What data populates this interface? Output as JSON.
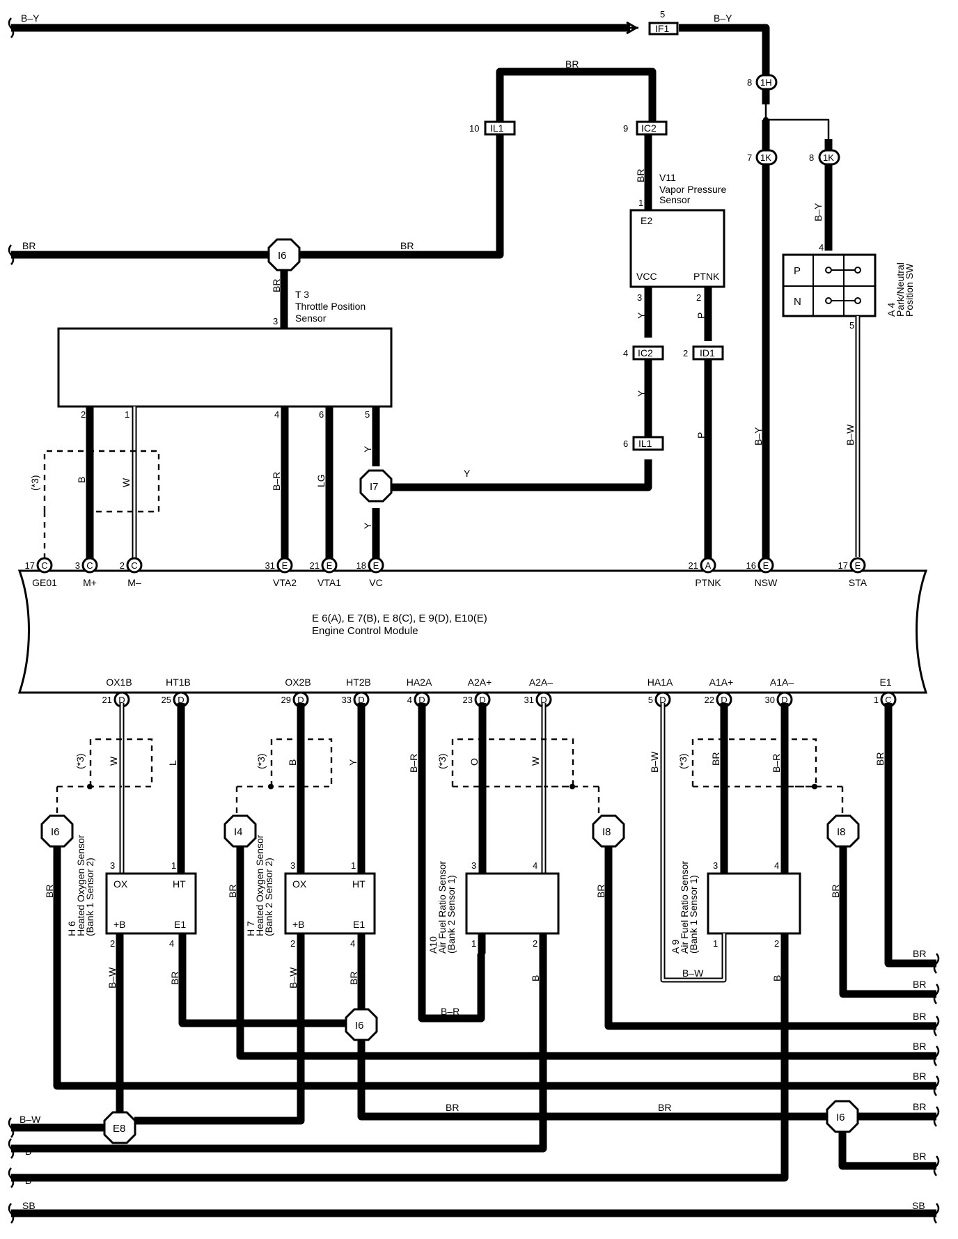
{
  "wires": {
    "by_top_left": "B–Y",
    "by_top_right": "B–Y",
    "br_top": "BR",
    "br_left": "BR",
    "br_mid": "BR",
    "br_t3": "BR",
    "br_v11": "BR",
    "y_vcc": "Y",
    "p_ptnk": "P",
    "y_ic2": "Y",
    "p_id1": "P",
    "by_nsw": "B–Y",
    "by_1k": "B–Y",
    "bw_sta": "B–W",
    "b_m": "B",
    "w_m": "W",
    "br_vta2": "B–R",
    "lg_vta1": "LG",
    "y_vc_top": "Y",
    "y_vc_bot": "Y",
    "y_i7": "Y",
    "w_ox1b": "W",
    "l_ht1b": "L",
    "b_ox2b": "B",
    "y_ht2b": "Y",
    "br_ha2a": "B–R",
    "o_a2a": "O",
    "w_a2a": "W",
    "bw_ha1a": "B–W",
    "br_a1a_plus": "BR",
    "br_a1a_minus": "B–R",
    "br_e1": "BR",
    "br_i6_left": "BR",
    "br_i4": "BR",
    "br_i8_mid": "BR",
    "br_i8_right": "BR",
    "bw_h6": "B–W",
    "br_h6": "BR",
    "bw_h7": "B–W",
    "br_h7": "BR",
    "b_a10": "B",
    "b_a9": "B",
    "br_a10_loop": "B–R",
    "bw_a9_loop": "B–W",
    "br_bottom_mid1": "BR",
    "br_bottom_mid2": "BR",
    "bw_bottom": "B–W",
    "b_bottom1": "B",
    "b_bottom2": "B",
    "sb_left": "SB",
    "sb_right": "SB",
    "br_r1": "BR",
    "br_r2": "BR",
    "br_r3": "BR",
    "br_r4": "BR",
    "br_r5": "BR",
    "br_r6": "BR",
    "br_r7": "BR"
  },
  "connectors": {
    "if1": "IF1",
    "if1_pin": "5",
    "il1_top": "IL1",
    "il1_top_pin": "10",
    "ic2_top": "IC2",
    "ic2_top_pin": "9",
    "ic2_mid": "IC2",
    "ic2_mid_pin": "4",
    "id1": "ID1",
    "id1_pin": "2",
    "il1_mid": "IL1",
    "il1_mid_pin": "6",
    "h1": "1H",
    "h1_pin": "8",
    "k1a": "1K",
    "k1a_pin": "7",
    "k1b": "1K",
    "k1b_pin": "8"
  },
  "junctions": {
    "i6_top": "I6",
    "i7": "I7",
    "i6_a": "I6",
    "i4": "I4",
    "i8_a": "I8",
    "i8_b": "I8",
    "i6_b": "I6",
    "i6_c": "I6",
    "e8": "E8"
  },
  "components": {
    "t3_id": "T 3",
    "t3_name1": "Throttle Position",
    "t3_name2": "Sensor",
    "v11_id": "V11",
    "v11_name1": "Vapor Pressure",
    "v11_name2": "Sensor",
    "v11_e2": "E2",
    "v11_vcc": "VCC",
    "v11_ptnk": "PTNK",
    "a4_id": "A 4",
    "a4_name1": "Park/Neutral",
    "a4_name2": "Position SW",
    "a4_p": "P",
    "a4_n": "N",
    "h6_id": "H 6",
    "h6_name1": "Heated Oxygen Sensor",
    "h6_name2": "(Bank 1 Sensor 2)",
    "h7_id": "H 7",
    "h7_name1": "Heated Oxygen Sensor",
    "h7_name2": "(Bank 2 Sensor 2)",
    "a10_id": "A10",
    "a10_name1": "Air Fuel Ratio Sensor",
    "a10_name2": "(Bank 2 Sensor 1)",
    "a9_id": "A 9",
    "a9_name1": "Air Fuel Ratio Sensor",
    "a9_name2": "(Bank 1 Sensor 1)",
    "ox": "OX",
    "ht": "HT",
    "pb": "+B",
    "e1": "E1",
    "ecm_id": "E 6(A), E 7(B), E 8(C), E 9(D), E10(E)",
    "ecm_name": "Engine Control Module",
    "note": "(*3)"
  },
  "ecm_top": [
    {
      "label": "GE01",
      "pin": "17",
      "conn": "C"
    },
    {
      "label": "M+",
      "pin": "3",
      "conn": "C"
    },
    {
      "label": "M–",
      "pin": "2",
      "conn": "C"
    },
    {
      "label": "VTA2",
      "pin": "31",
      "conn": "E"
    },
    {
      "label": "VTA1",
      "pin": "21",
      "conn": "E"
    },
    {
      "label": "VC",
      "pin": "18",
      "conn": "E"
    },
    {
      "label": "PTNK",
      "pin": "21",
      "conn": "A"
    },
    {
      "label": "NSW",
      "pin": "16",
      "conn": "E"
    },
    {
      "label": "STA",
      "pin": "17",
      "conn": "E"
    }
  ],
  "ecm_bottom": [
    {
      "label": "OX1B",
      "pin": "21",
      "conn": "D"
    },
    {
      "label": "HT1B",
      "pin": "25",
      "conn": "D"
    },
    {
      "label": "OX2B",
      "pin": "29",
      "conn": "D"
    },
    {
      "label": "HT2B",
      "pin": "33",
      "conn": "D"
    },
    {
      "label": "HA2A",
      "pin": "4",
      "conn": "D"
    },
    {
      "label": "A2A+",
      "pin": "23",
      "conn": "D"
    },
    {
      "label": "A2A–",
      "pin": "31",
      "conn": "D"
    },
    {
      "label": "HA1A",
      "pin": "5",
      "conn": "D"
    },
    {
      "label": "A1A+",
      "pin": "22",
      "conn": "D"
    },
    {
      "label": "A1A–",
      "pin": "30",
      "conn": "D"
    },
    {
      "label": "E1",
      "pin": "1",
      "conn": "C"
    }
  ],
  "pins": {
    "t3_3": "3",
    "t3_2": "2",
    "t3_1": "1",
    "t3_4": "4",
    "t3_6": "6",
    "t3_5": "5",
    "v11_1": "1",
    "v11_3": "3",
    "v11_2": "2",
    "a4_4": "4",
    "a4_5": "5",
    "h6_3": "3",
    "h6_1": "1",
    "h6_2": "2",
    "h6_4": "4",
    "h7_3": "3",
    "h7_1": "1",
    "h7_2": "2",
    "h7_4": "4",
    "a10_3": "3",
    "a10_4": "4",
    "a10_1": "1",
    "a10_2": "2",
    "a9_3": "3",
    "a9_4": "4",
    "a9_1": "1",
    "a9_2": "2"
  }
}
